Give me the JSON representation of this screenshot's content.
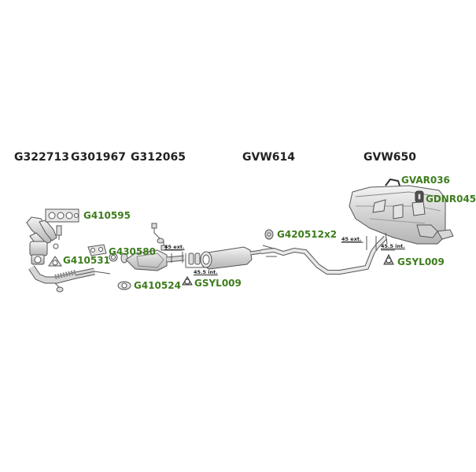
{
  "headers": {
    "h1": "G322713",
    "h2": "G301967",
    "h3": "G312065",
    "h4": "GVW614",
    "h5": "GVW650"
  },
  "parts": {
    "p_g410595": "G410595",
    "p_g430580": "G430580",
    "p_g410531": "G410531",
    "p_g410524": "G410524",
    "p_gsyl009a": "GSYL009",
    "p_g420512": "G420512x2",
    "p_gvar036": "GVAR036",
    "p_gdnr045": "GDNR045",
    "p_gsyl009b": "GSYL009"
  },
  "measurements": {
    "m1": "45 ext.",
    "m2": "45.5 int.",
    "m3": "45 ext.",
    "m4": "45.5 int."
  },
  "colors": {
    "part_label": "#3e7d1d",
    "header": "#222222",
    "line": "#555555",
    "fill": "#e6e6e6"
  },
  "icons": [
    "exhaust-manifold-icon",
    "catalytic-converter-icon",
    "gasket-icon",
    "muffler-icon",
    "rubber-mount-icon",
    "clamp-icon",
    "rear-silencer-icon"
  ]
}
